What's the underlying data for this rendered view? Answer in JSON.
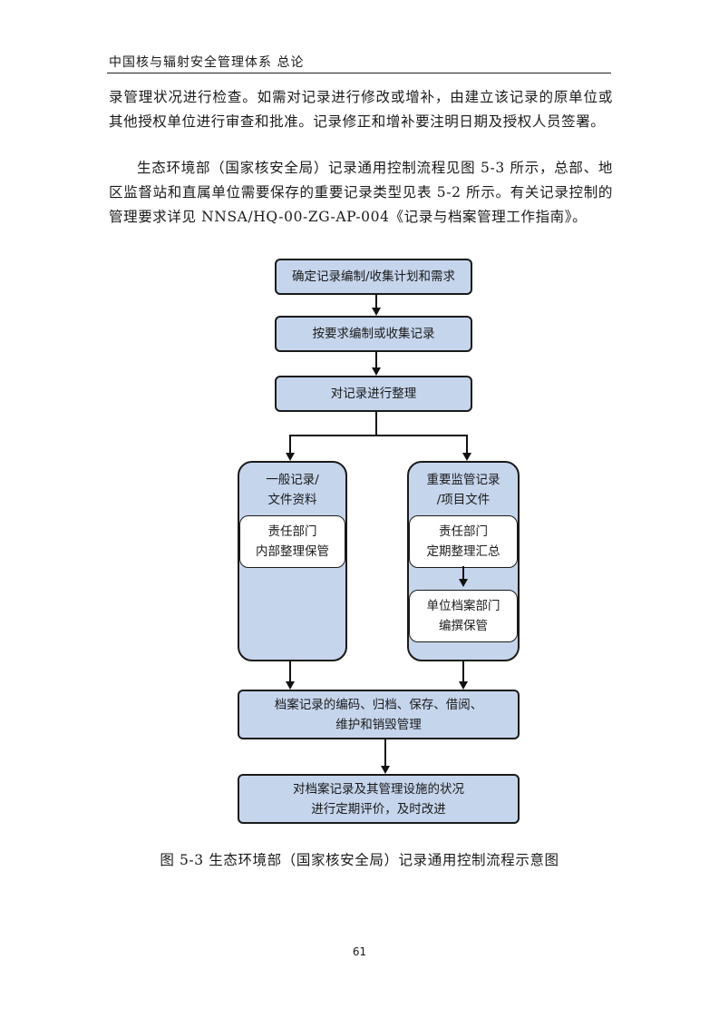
{
  "header": {
    "running_title": "中国核与辐射安全管理体系  总论"
  },
  "body": {
    "paragraph_1": "录管理状况进行检查。如需对记录进行修改或增补，由建立该记录的原单位或其他授权单位进行审查和批准。记录修正和增补要注明日期及授权人员签署。",
    "paragraph_2": "生态环境部（国家核安全局）记录通用控制流程见图 5-3 所示，总部、地区监督站和直属单位需要保存的重要记录类型见表 5-2 所示。有关记录控制的管理要求详见 NNSA/HQ-00-ZG-AP-004《记录与档案管理工作指南》。"
  },
  "flowchart": {
    "step_1": "确定记录编制/收集计划和需求",
    "step_2": "按要求编制或收集记录",
    "step_3": "对记录进行整理",
    "left_branch": {
      "title_line1": "一般记录/",
      "title_line2": "文件资料",
      "inner_line1": "责任部门",
      "inner_line2": "内部整理保管"
    },
    "right_branch": {
      "title_line1": "重要监管记录",
      "title_line2": "/项目文件",
      "inner_1_line1": "责任部门",
      "inner_1_line2": "定期整理汇总",
      "inner_2_line1": "单位档案部门",
      "inner_2_line2": "编撰保管"
    },
    "step_4_line1": "档案记录的编码、归档、保存、借阅、",
    "step_4_line2": "维护和销毁管理",
    "step_5_line1": "对档案记录及其管理设施的状况",
    "step_5_line2": "进行定期评价，及时改进"
  },
  "figure": {
    "caption": "图 5-3   生态环境部（国家核安全局）记录通用控制流程示意图"
  },
  "footer": {
    "page_number": "61"
  }
}
